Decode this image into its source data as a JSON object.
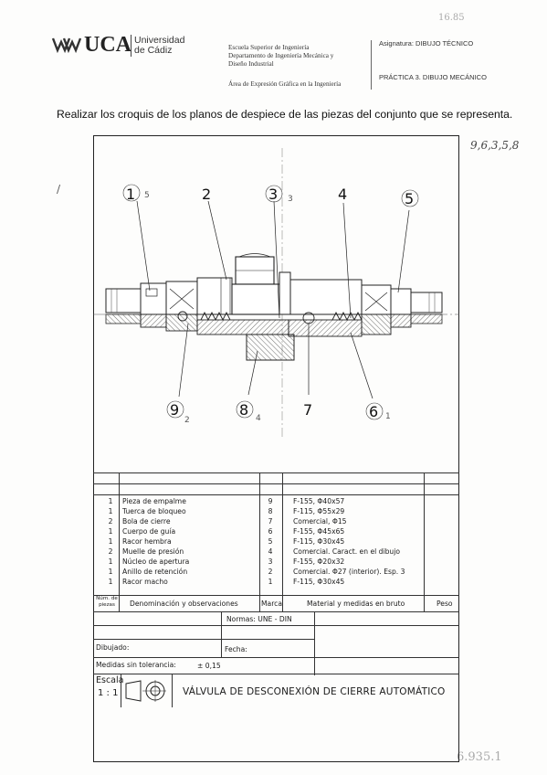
{
  "header": {
    "logo_text": "UCA",
    "university_line1": "Universidad",
    "university_line2": "de Cádiz",
    "school_line1": "Escuela Superior de Ingeniería",
    "school_line2": "Departamento de Ingeniería Mecánica y",
    "school_line3": "Diseño Industrial",
    "area": "Área de Expresión Gráfica en la Ingeniería",
    "subject": "Asignatura: DIBUJO TÉCNICO",
    "practice": "PRÁCTICA 3. DIBUJO MECÁNICO"
  },
  "instruction": "Realizar los croquis de los planos de despiece de las piezas del conjunto que se representa.",
  "handwritten": {
    "top_right": "16.85",
    "side_numbers": "9,6,3,5,8",
    "bottom_right": "6.935.1",
    "slash": "/",
    "marks": [
      "5",
      "3",
      "2",
      "4",
      "1"
    ]
  },
  "callouts": [
    "1",
    "2",
    "3",
    "4",
    "5",
    "9",
    "8",
    "7",
    "6"
  ],
  "parts_table": {
    "rows": [
      {
        "qty": "1",
        "name": "Pieza de empalme",
        "mark": "9",
        "material": "F-155, Φ40x57"
      },
      {
        "qty": "1",
        "name": "Tuerca de bloqueo",
        "mark": "8",
        "material": "F-115, Φ55x29"
      },
      {
        "qty": "2",
        "name": "Bola de cierre",
        "mark": "7",
        "material": "Comercial, Φ15"
      },
      {
        "qty": "1",
        "name": "Cuerpo de guía",
        "mark": "6",
        "material": "F-155, Φ45x65"
      },
      {
        "qty": "1",
        "name": "Racor hembra",
        "mark": "5",
        "material": "F-115, Φ30x45"
      },
      {
        "qty": "2",
        "name": "Muelle de presión",
        "mark": "4",
        "material": "Comercial. Caract. en el dibujo"
      },
      {
        "qty": "1",
        "name": "Núcleo de apertura",
        "mark": "3",
        "material": "F-155, Φ20x32"
      },
      {
        "qty": "1",
        "name": "Anillo de retención",
        "mark": "2",
        "material": "Comercial. Φ27 (interior). Esp. 3"
      },
      {
        "qty": "1",
        "name": "Racor macho",
        "mark": "1",
        "material": "F-115, Φ30x45"
      }
    ],
    "header_qty": "Núm. de piezas",
    "header_name": "Denominación y observaciones",
    "header_mark": "Marca",
    "header_material": "Material y medidas en bruto",
    "header_weight": "Peso"
  },
  "title_block": {
    "norms": "Normas: UNE - DIN",
    "drawn": "Dibujado:",
    "date": "Fecha:",
    "tolerance_label": "Medidas sin tolerancia:",
    "tolerance_value": "± 0,15",
    "scale_label": "Escala",
    "scale_value": "1 : 1",
    "title": "VÁLVULA DE DESCONEXIÓN DE CIERRE AUTOMÁTICO"
  }
}
